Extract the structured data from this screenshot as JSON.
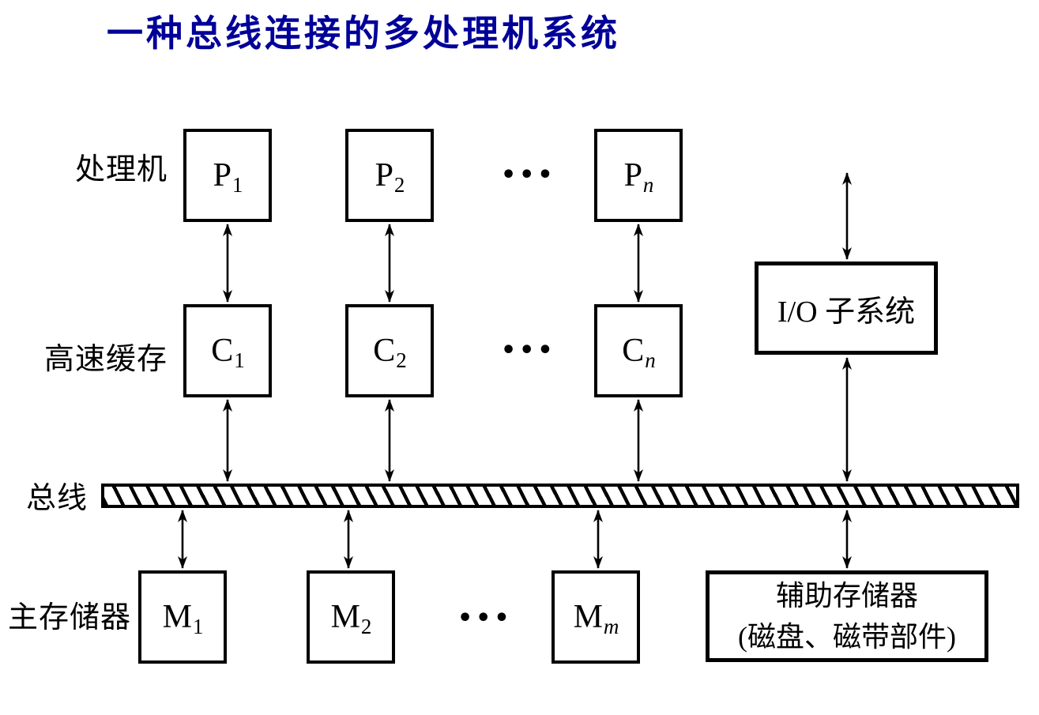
{
  "title": {
    "text": "一种总线连接的多处理机系统",
    "color": "#000099"
  },
  "row_labels": {
    "processor": "处理机",
    "cache": "高速缓存",
    "bus": "总线",
    "main_memory": "主存储器"
  },
  "nodes": {
    "p1": {
      "main": "P",
      "sub": "1"
    },
    "p2": {
      "main": "P",
      "sub": "2"
    },
    "pn": {
      "main": "P",
      "sub": "n"
    },
    "c1": {
      "main": "C",
      "sub": "1"
    },
    "c2": {
      "main": "C",
      "sub": "2"
    },
    "cn": {
      "main": "C",
      "sub": "n"
    },
    "m1": {
      "main": "M",
      "sub": "1"
    },
    "m2": {
      "main": "M",
      "sub": "2"
    },
    "mm": {
      "main": "M",
      "sub": "m"
    },
    "io": {
      "label": "I/O 子系统"
    },
    "aux": {
      "line1": "辅助存储器",
      "line2": "(磁盘、磁带部件)"
    }
  },
  "ellipsis": "•••",
  "connections": [
    {
      "from": "p1",
      "to": "c1",
      "type": "bidirectional"
    },
    {
      "from": "p2",
      "to": "c2",
      "type": "bidirectional"
    },
    {
      "from": "pn",
      "to": "cn",
      "type": "bidirectional"
    },
    {
      "from": "c1",
      "to": "bus",
      "type": "bidirectional"
    },
    {
      "from": "c2",
      "to": "bus",
      "type": "bidirectional"
    },
    {
      "from": "cn",
      "to": "bus",
      "type": "bidirectional"
    },
    {
      "from": "bus",
      "to": "m1",
      "type": "bidirectional"
    },
    {
      "from": "bus",
      "to": "m2",
      "type": "bidirectional"
    },
    {
      "from": "bus",
      "to": "mm",
      "type": "bidirectional"
    },
    {
      "from": "external",
      "to": "io",
      "type": "bidirectional"
    },
    {
      "from": "io",
      "to": "bus",
      "type": "bidirectional"
    },
    {
      "from": "bus",
      "to": "aux",
      "type": "bidirectional"
    }
  ],
  "colors": {
    "title": "#000099",
    "line": "#000000",
    "background": "#ffffff"
  }
}
